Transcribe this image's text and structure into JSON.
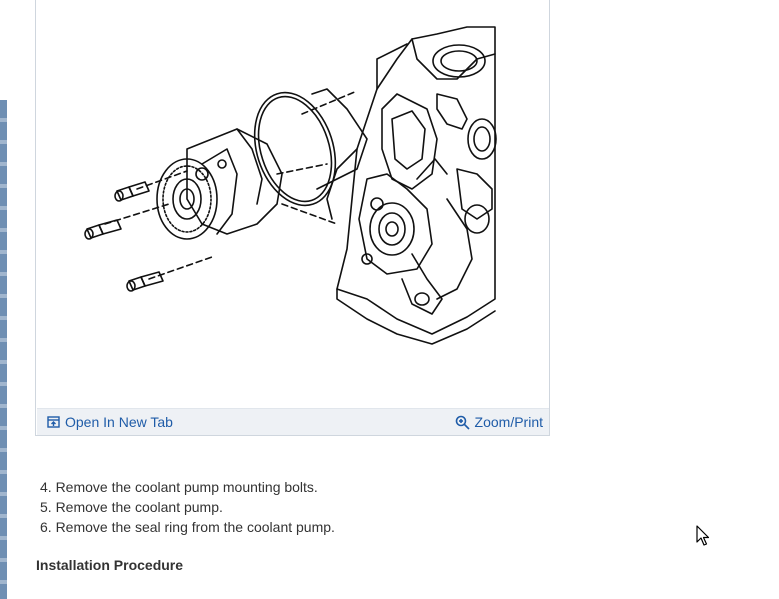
{
  "figure": {
    "open_new_tab_label": "Open In New Tab",
    "zoom_print_label": "Zoom/Print",
    "icons": [
      "open-new-tab-icon",
      "zoom-icon"
    ]
  },
  "steps": [
    "4. Remove the coolant pump mounting bolts.",
    "5. Remove the coolant pump.",
    "6. Remove the seal ring from the coolant pump."
  ],
  "section": {
    "heading": "Installation Procedure"
  },
  "colors": {
    "link": "#1f5ca8",
    "toolbar_bg": "#eef1f5",
    "card_border": "#cfd6de",
    "text": "#333333",
    "left_strip": "#6f8fb3"
  }
}
